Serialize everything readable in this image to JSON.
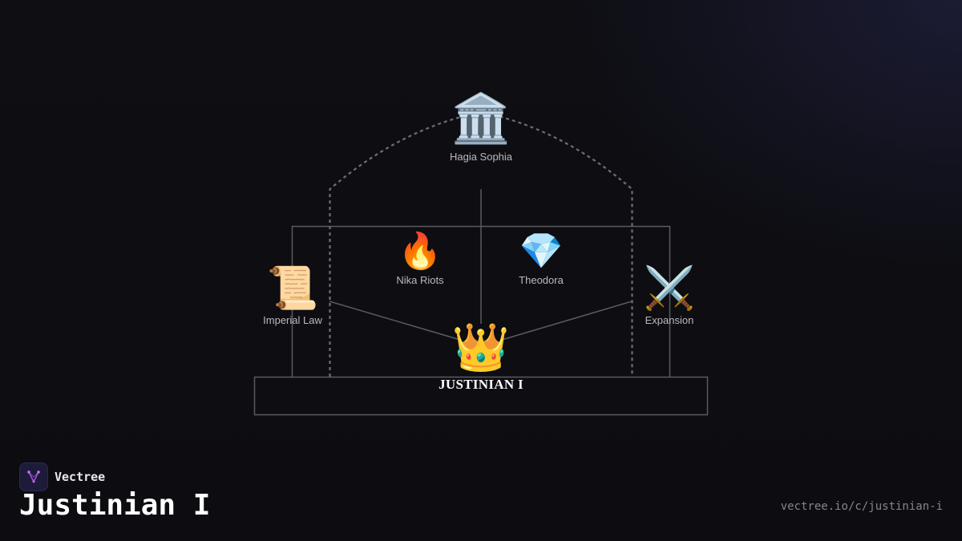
{
  "diagram": {
    "center": {
      "icon": "crown-icon",
      "glyph": "👑",
      "label": "JUSTINIAN I"
    },
    "nodes": [
      {
        "id": "hagia-sophia",
        "icon": "classical-building-icon",
        "glyph": "🏛️",
        "label": "Hagia Sophia"
      },
      {
        "id": "nika-riots",
        "icon": "fire-icon",
        "glyph": "🔥",
        "label": "Nika Riots"
      },
      {
        "id": "theodora",
        "icon": "gem-icon",
        "glyph": "💎",
        "label": "Theodora"
      },
      {
        "id": "imperial-law",
        "icon": "scroll-icon",
        "glyph": "📜",
        "label": "Imperial Law"
      },
      {
        "id": "expansion",
        "icon": "crossed-swords-icon",
        "glyph": "⚔️",
        "label": "Expansion"
      }
    ]
  },
  "brand": {
    "name": "Vectree",
    "logo_icon": "vectree-logo-icon",
    "accent": "#a04fd6"
  },
  "page": {
    "title": "Justinian I",
    "url": "vectree.io/c/justinian-i"
  },
  "colors": {
    "background": "#0e0e13",
    "line": "#5a5a62",
    "dashed_line": "#6e6e76"
  }
}
